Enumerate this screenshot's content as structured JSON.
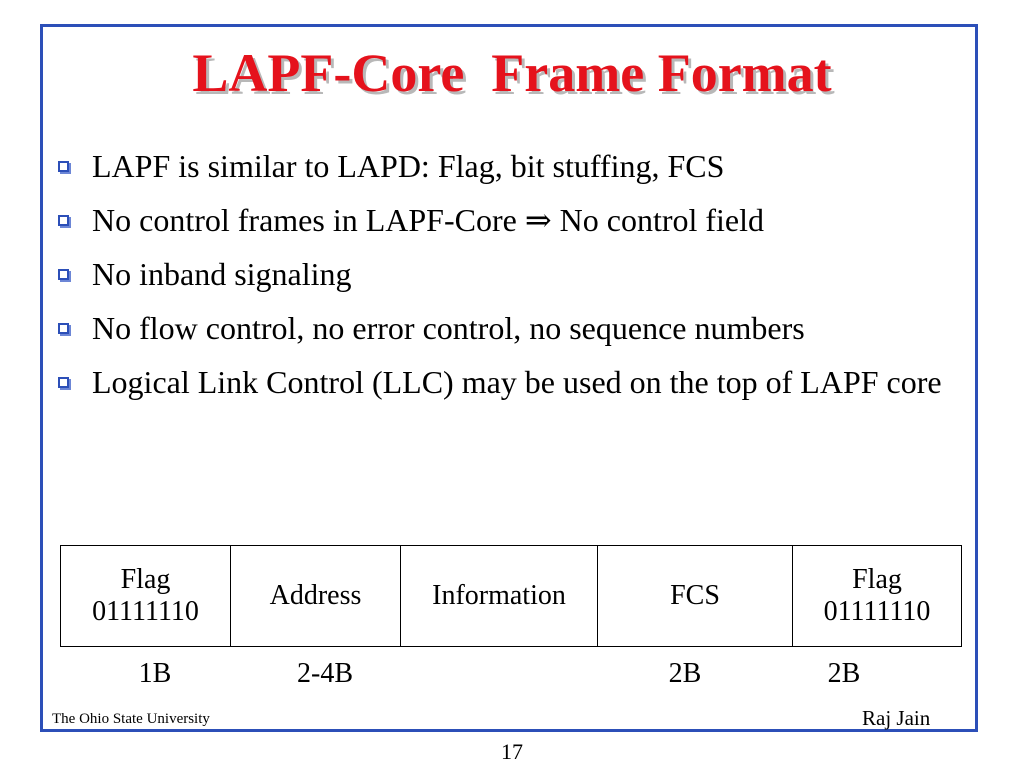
{
  "slide": {
    "title": "LAPF-Core  Frame Format",
    "bullets": [
      "LAPF is similar to LAPD: Flag, bit stuffing, FCS",
      "No control frames in LAPF-Core ⇒ No control field",
      "No inband signaling",
      "No flow control, no error control, no sequence numbers",
      "Logical Link Control (LLC) may be used on the top of LAPF core"
    ],
    "frame_fields": [
      {
        "line1": "Flag",
        "line2": "01111110",
        "size": "1B"
      },
      {
        "line1": "Address",
        "line2": "",
        "size": "2-4B"
      },
      {
        "line1": "Information",
        "line2": "",
        "size": ""
      },
      {
        "line1": "FCS",
        "line2": "",
        "size": "2B"
      },
      {
        "line1": "Flag",
        "line2": "01111110",
        "size": "2B"
      }
    ],
    "footer_left": "The Ohio State University",
    "footer_right": "Raj Jain",
    "page_number": "17"
  },
  "colors": {
    "title": "#e5121c",
    "border": "#2c4fb8",
    "bullet": "#2c4fb8"
  }
}
